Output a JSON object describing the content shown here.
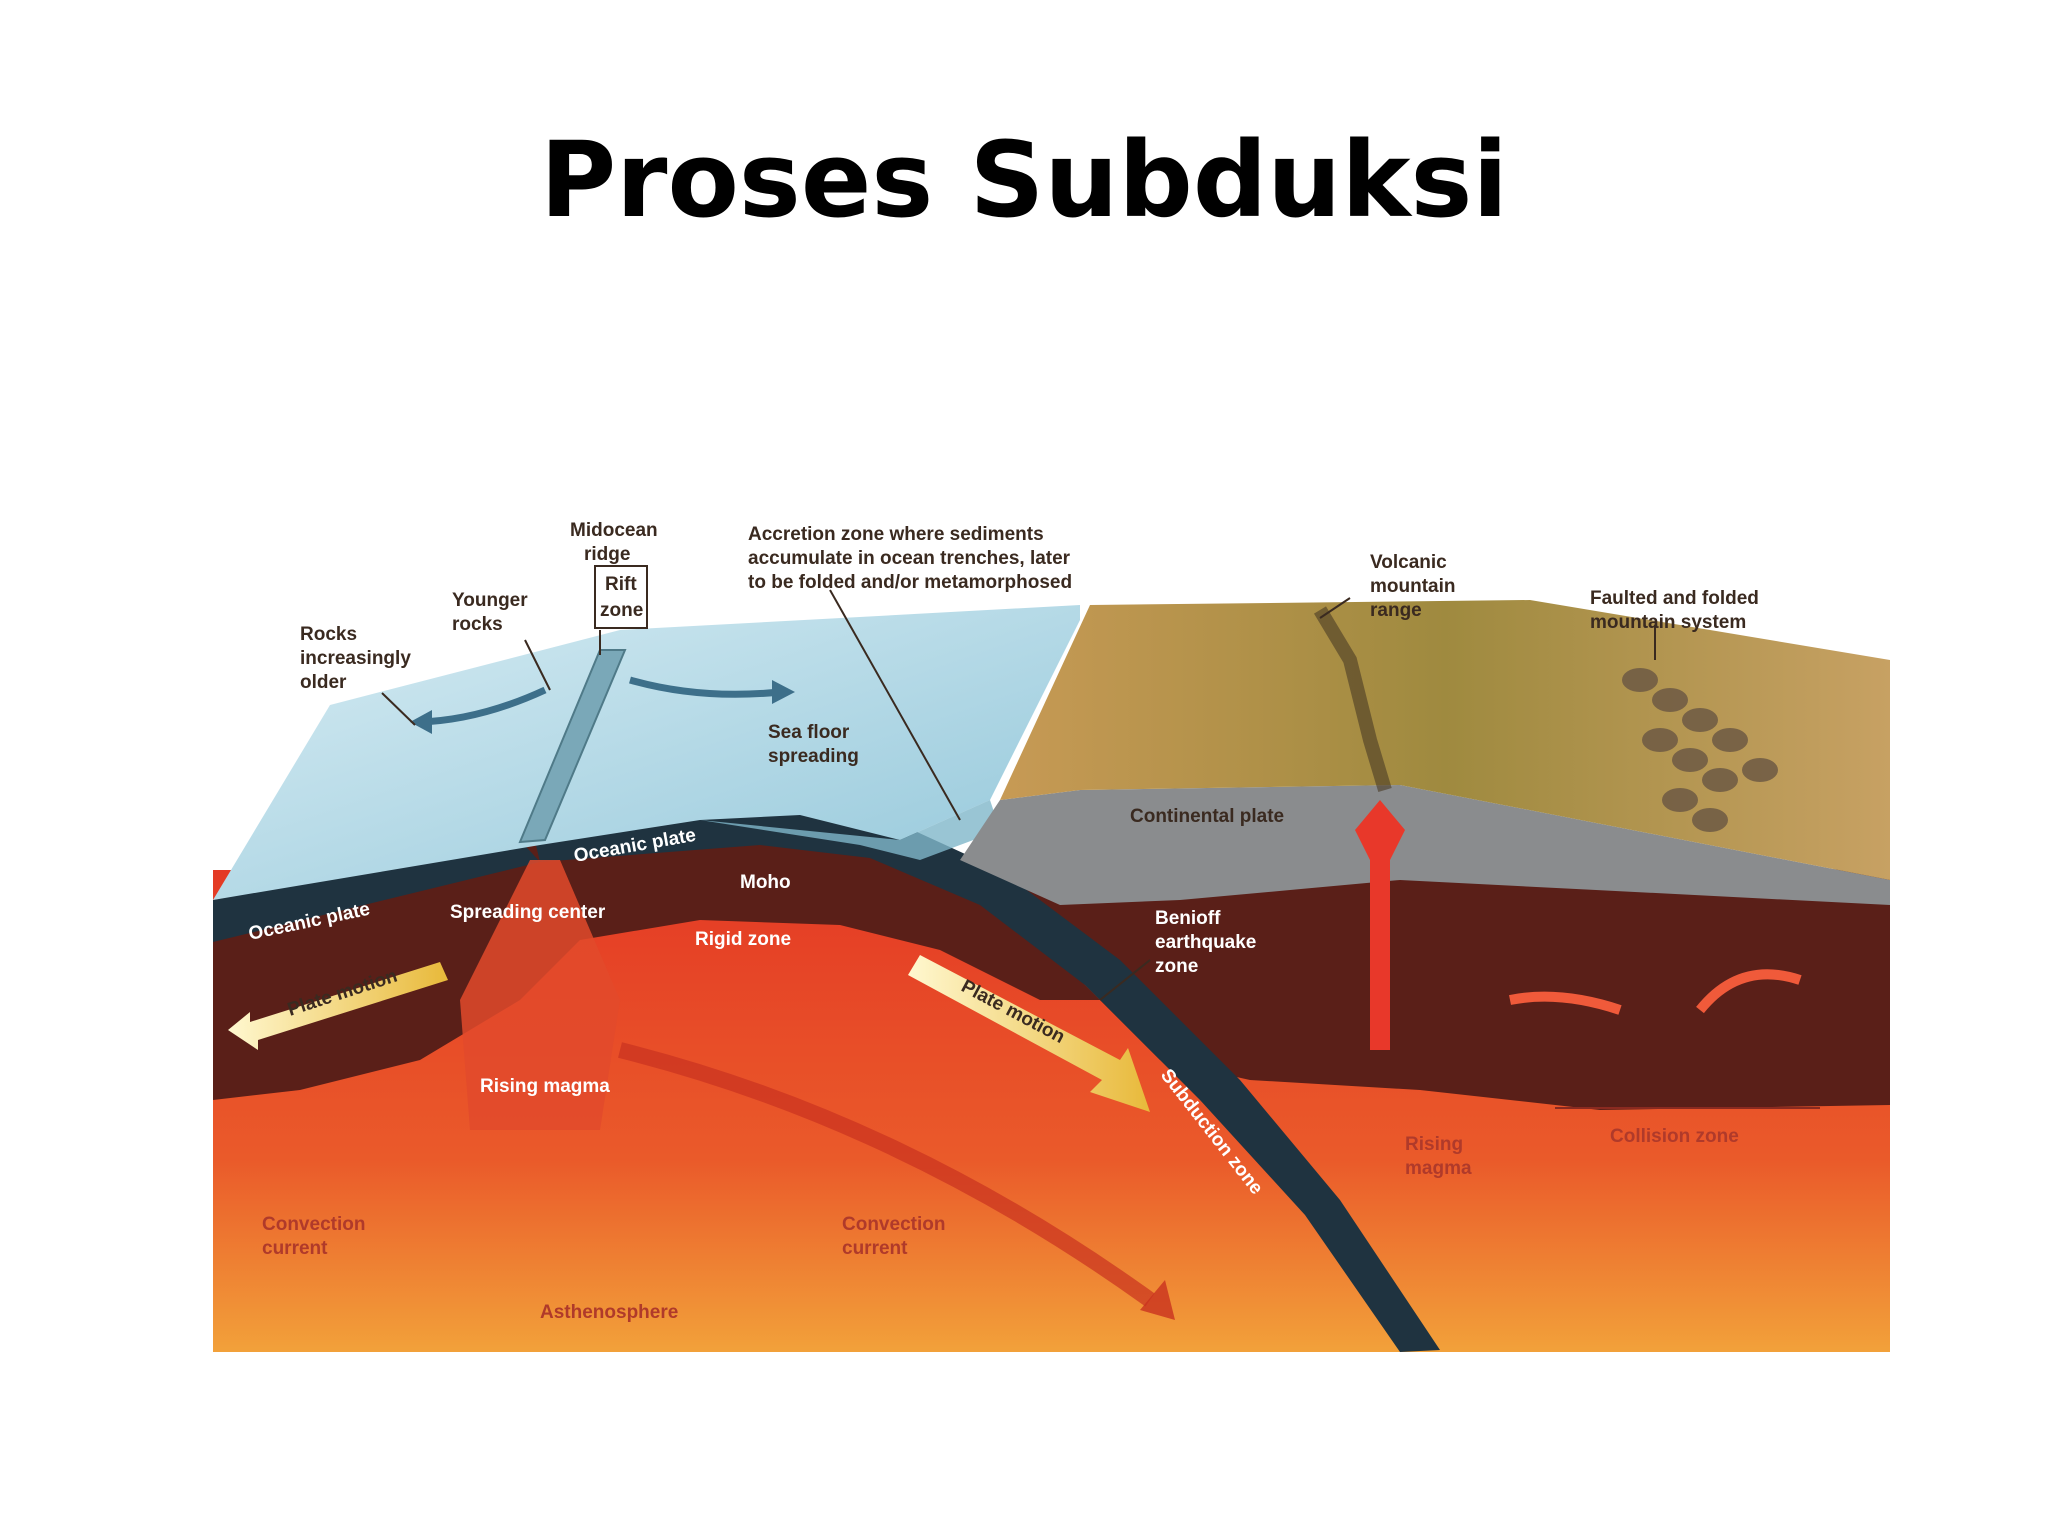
{
  "title": "Proses Subduksi",
  "labels": {
    "midocean_ridge_1": "Midocean",
    "midocean_ridge_2": "ridge",
    "rift_zone_1": "Rift",
    "rift_zone_2": "zone",
    "younger_rocks_1": "Younger",
    "younger_rocks_2": "rocks",
    "rocks_older_1": "Rocks",
    "rocks_older_2": "increasingly",
    "rocks_older_3": "older",
    "accretion_1": "Accretion zone where sediments",
    "accretion_2": "accumulate in ocean trenches, later",
    "accretion_3": "to be folded and/or metamorphosed",
    "volcanic_1": "Volcanic",
    "volcanic_2": "mountain",
    "volcanic_3": "range",
    "faulted_1": "Faulted and folded",
    "faulted_2": "mountain system",
    "sea_floor_1": "Sea floor",
    "sea_floor_2": "spreading",
    "continental_plate": "Continental plate",
    "oceanic_plate_left": "Oceanic plate",
    "oceanic_plate_center": "Oceanic plate",
    "spreading_center": "Spreading center",
    "moho": "Moho",
    "rigid_zone": "Rigid zone",
    "benioff_1": "Benioff",
    "benioff_2": "earthquake",
    "benioff_3": "zone",
    "rising_magma_center": "Rising magma",
    "rising_magma_right_1": "Rising",
    "rising_magma_right_2": "magma",
    "subduction_zone": "Subduction zone",
    "collision_zone": "Collision zone",
    "convection_left_1": "Convection",
    "convection_left_2": "current",
    "convection_center_1": "Convection",
    "convection_center_2": "current",
    "asthenosphere": "Asthenosphere",
    "plate_motion_left": "Plate motion",
    "plate_motion_right": "Plate motion"
  },
  "colors": {
    "ocean": "#a9d4e3",
    "mantle": "#e8492e",
    "lithosphere": "#5a1f18",
    "plate": "#1f3340",
    "continent_crust": "#8a8c8e",
    "land": "#b58a43"
  }
}
